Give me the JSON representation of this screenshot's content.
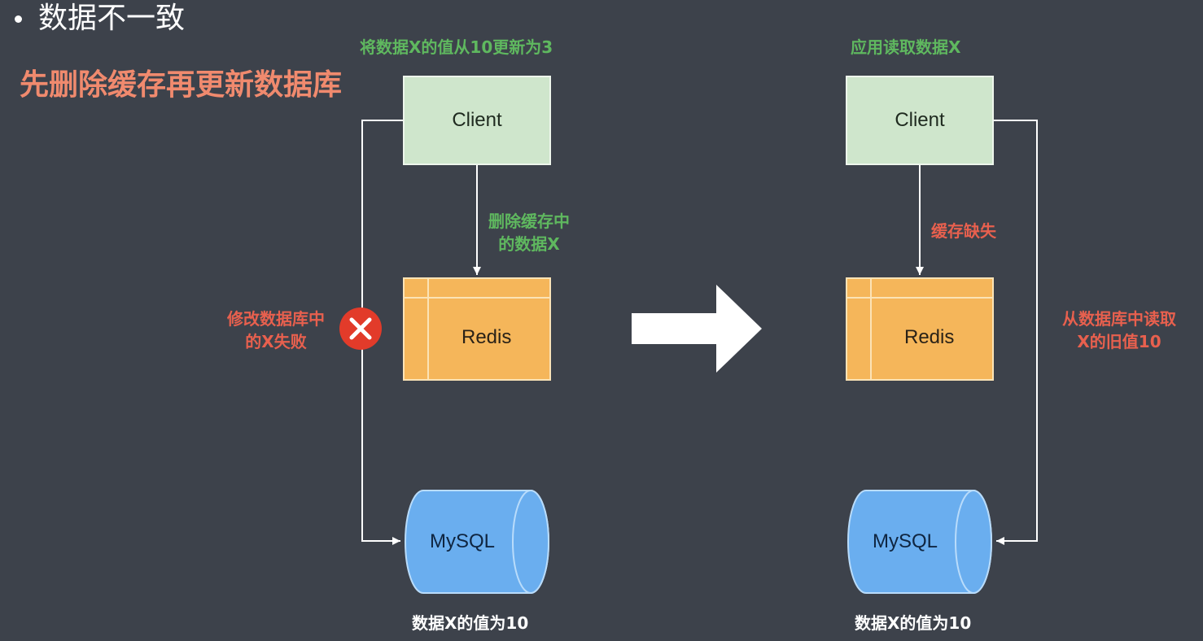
{
  "slide": {
    "bullet_title": "数据不一致",
    "headline": "先删除缓存再更新数据库"
  },
  "left": {
    "caption": "将数据X的值从10更新为3",
    "client_label": "Client",
    "redis_label": "Redis",
    "mysql_label": "MySQL",
    "arrow_label_line1": "删除缓存中",
    "arrow_label_line2": "的数据X",
    "fail_label_line1": "修改数据库中",
    "fail_label_line2": "的X失败",
    "db_caption": "数据X的值为10"
  },
  "right": {
    "caption": "应用读取数据X",
    "client_label": "Client",
    "redis_label": "Redis",
    "mysql_label": "MySQL",
    "arrow_label": "缓存缺失",
    "read_label_line1": "从数据库中读取",
    "read_label_line2": "X的旧值10",
    "db_caption": "数据X的值为10"
  },
  "icons": {
    "fail_icon": "close-circle-icon",
    "transition_arrow": "arrow-right-icon"
  },
  "colors": {
    "background": "#3d424b",
    "client_fill": "#cfe6cc",
    "redis_fill": "#f5b65a",
    "mysql_fill": "#6aaeef",
    "green_text": "#5fb85f",
    "red_text": "#e8604e",
    "fail_icon": "#e23b2a"
  }
}
